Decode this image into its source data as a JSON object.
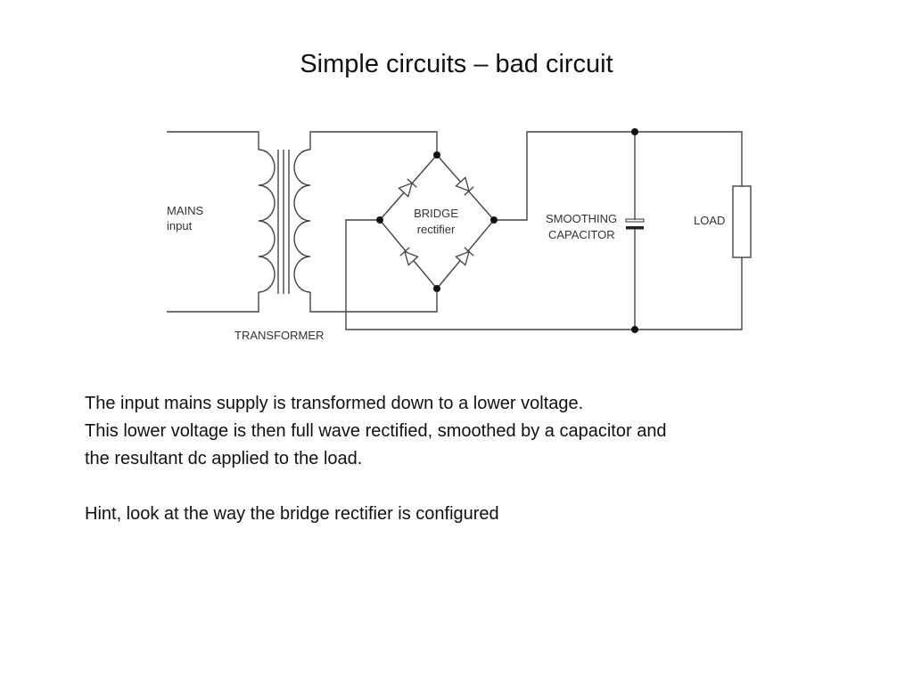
{
  "slide": {
    "title": "Simple circuits – bad circuit"
  },
  "diagram": {
    "labels": {
      "mains_line1": "MAINS",
      "mains_line2": "input",
      "bridge_line1": "BRIDGE",
      "bridge_line2": "rectifier",
      "smoothing_line1": "SMOOTHING",
      "smoothing_line2": "CAPACITOR",
      "load": "LOAD",
      "transformer": "TRANSFORMER"
    }
  },
  "body": {
    "line1": "The input mains supply is transformed down to a lower voltage.",
    "line2": "This lower voltage is then full wave rectified, smoothed by a capacitor and",
    "line3": "the resultant dc applied to the load.",
    "hint": "Hint,  look at the way the bridge rectifier is configured"
  }
}
